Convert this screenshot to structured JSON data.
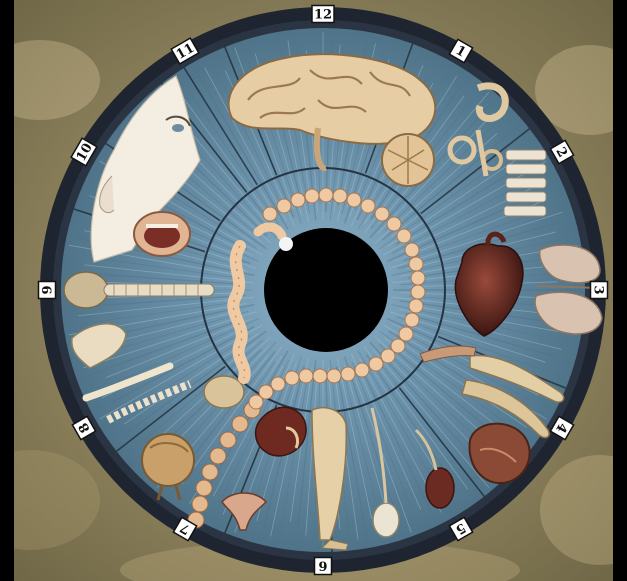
{
  "diagram": {
    "clock_numbers": [
      "12",
      "1",
      "2",
      "3",
      "4",
      "5",
      "6",
      "7",
      "8",
      "9",
      "10",
      "11"
    ]
  },
  "organs": {
    "outer": [
      "brain",
      "ear",
      "spine",
      "heart",
      "lungs",
      "legs",
      "uterus-section",
      "testis",
      "bladder",
      "kidney",
      "leg",
      "uterus",
      "lower-intestine",
      "pelvis",
      "scapula",
      "thyroid-and-trachea",
      "face-profile",
      "mouth"
    ],
    "inner": [
      "colon",
      "small-intestine"
    ]
  },
  "colors": {
    "iris": "#6e94ad",
    "rim": "#222a36",
    "pupil": "#000000",
    "organ_flesh": "#e6cfae",
    "organ_dark": "#6b2a22",
    "background": "#000000"
  }
}
